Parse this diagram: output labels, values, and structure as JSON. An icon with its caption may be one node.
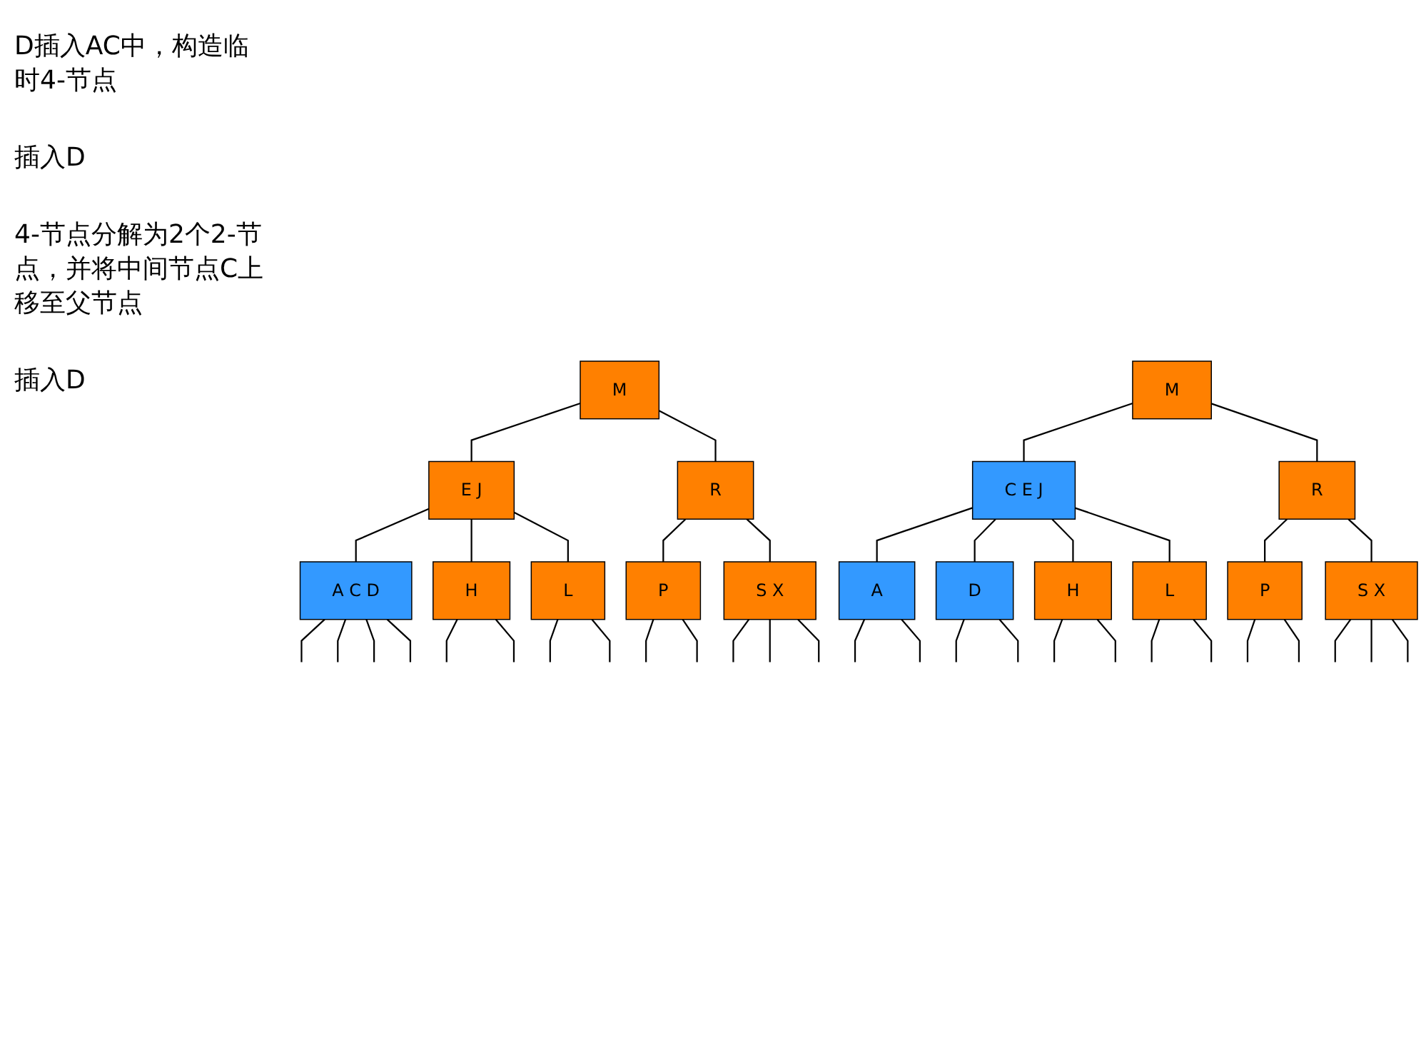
{
  "diagram": {
    "nodes": [
      {
        "text": [
          "M"
        ]
      },
      {
        "text": [
          "E J"
        ]
      },
      {
        "text": [
          "R"
        ]
      },
      {
        "text": [
          "A C D"
        ]
      },
      {
        "text": [
          "H"
        ]
      },
      {
        "text": [
          "L"
        ]
      },
      {
        "text": [
          "P"
        ]
      },
      {
        "text": [
          "S X"
        ]
      },
      {
        "text": [
          "M"
        ]
      },
      {
        "text": [
          "C E J"
        ]
      },
      {
        "text": [
          "R"
        ]
      },
      {
        "text": [
          "A"
        ]
      },
      {
        "text": [
          "D"
        ]
      },
      {
        "text": [
          "H"
        ]
      },
      {
        "text": [
          "L"
        ]
      },
      {
        "text": [
          "P"
        ]
      },
      {
        "text": [
          "S X"
        ]
      }
    ],
    "edges": [
      {
        "from": 0,
        "to": 1,
        "arrow": "none"
      },
      {
        "from": 0,
        "to": 2,
        "arrow": "none"
      },
      {
        "from": 1,
        "to": 3,
        "arrow": "none"
      },
      {
        "from": 1,
        "to": 4,
        "arrow": "none"
      },
      {
        "from": 1,
        "to": 5,
        "arrow": "none"
      },
      {
        "from": 2,
        "to": 6,
        "arrow": "none"
      },
      {
        "from": 2,
        "to": 7,
        "arrow": "none"
      },
      {
        "from": 3,
        "to": null,
        "arrow": "none"
      },
      {
        "from": 3,
        "to": null,
        "arrow": "none"
      },
      {
        "from": 3,
        "to": null,
        "arrow": "none"
      },
      {
        "from": 3,
        "to": null,
        "arrow": "none"
      },
      {
        "from": 4,
        "to": null,
        "arrow": "none"
      },
      {
        "from": 4,
        "to": null,
        "arrow": "none"
      },
      {
        "from": 5,
        "to": null,
        "arrow": "none"
      },
      {
        "from": 5,
        "to": null,
        "arrow": "none"
      },
      {
        "from": 6,
        "to": null,
        "arrow": "none"
      },
      {
        "from": 6,
        "to": null,
        "arrow": "none"
      },
      {
        "from": 7,
        "to": null,
        "arrow": "none"
      },
      {
        "from": 7,
        "to": null,
        "arrow": "none"
      },
      {
        "from": 7,
        "to": null,
        "arrow": "none"
      },
      {
        "from": 8,
        "to": 9,
        "arrow": "none"
      },
      {
        "from": 8,
        "to": 10,
        "arrow": "none"
      },
      {
        "from": 9,
        "to": 11,
        "arrow": "none"
      },
      {
        "from": 9,
        "to": 12,
        "arrow": "none"
      },
      {
        "from": 9,
        "to": 13,
        "arrow": "none"
      },
      {
        "from": 9,
        "to": 14,
        "arrow": "none"
      },
      {
        "from": 10,
        "to": 15,
        "arrow": "none"
      },
      {
        "from": 10,
        "to": 16,
        "arrow": "none"
      },
      {
        "from": 11,
        "to": null,
        "arrow": "none"
      },
      {
        "from": 11,
        "to": null,
        "arrow": "none"
      },
      {
        "from": 12,
        "to": null,
        "arrow": "none"
      },
      {
        "from": 12,
        "to": null,
        "arrow": "none"
      },
      {
        "from": 13,
        "to": null,
        "arrow": "none"
      },
      {
        "from": 13,
        "to": null,
        "arrow": "none"
      },
      {
        "from": 14,
        "to": null,
        "arrow": "none"
      },
      {
        "from": 14,
        "to": null,
        "arrow": "none"
      },
      {
        "from": 15,
        "to": null,
        "arrow": "none"
      },
      {
        "from": 15,
        "to": null,
        "arrow": "none"
      },
      {
        "from": 16,
        "to": null,
        "arrow": "none"
      },
      {
        "from": 16,
        "to": null,
        "arrow": "none"
      },
      {
        "from": 16,
        "to": null,
        "arrow": "none"
      }
    ],
    "labels": [
      "D插入AC中，构造临时4-节点",
      "插入D",
      "4-节点分解为2个2-节点，并将中间节点C上移至父节点",
      "插入D"
    ]
  }
}
